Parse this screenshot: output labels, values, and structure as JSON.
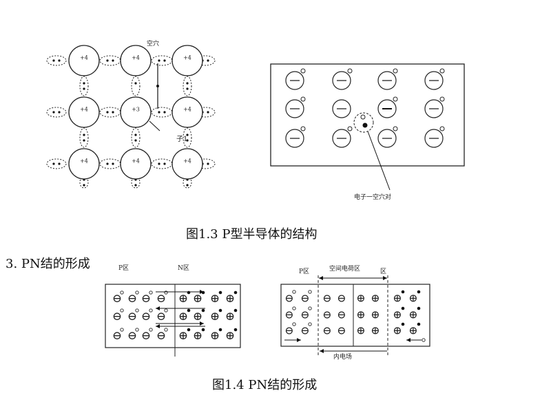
{
  "figure13": {
    "lattice": {
      "hole_label": "空穴",
      "extra_label": "子1",
      "nodes": [
        {
          "label": "+4"
        },
        {
          "label": "+4"
        },
        {
          "label": "+4"
        },
        {
          "label": "+4"
        },
        {
          "label": "+3"
        },
        {
          "label": "+4"
        },
        {
          "label": "+4"
        },
        {
          "label": "+4"
        },
        {
          "label": "+4"
        }
      ]
    },
    "pair_box": {
      "annotation": "电子一空穴对",
      "ion_symbol": "—"
    },
    "caption": "图1.3      P型半导体的结构"
  },
  "section": {
    "heading": "3. PN结的形成"
  },
  "figure14": {
    "left": {
      "p_label": "P区",
      "n_label": "N区",
      "neg_symbol": "⊖",
      "pos_symbol": "⊕"
    },
    "right": {
      "p_label": "P区",
      "region_label": "空间电荷区",
      "n_label": "区",
      "field_label": "内电场",
      "neg_symbol": "⊖",
      "pos_symbol": "⊕"
    },
    "caption": "图1.4   PN结的形成"
  }
}
